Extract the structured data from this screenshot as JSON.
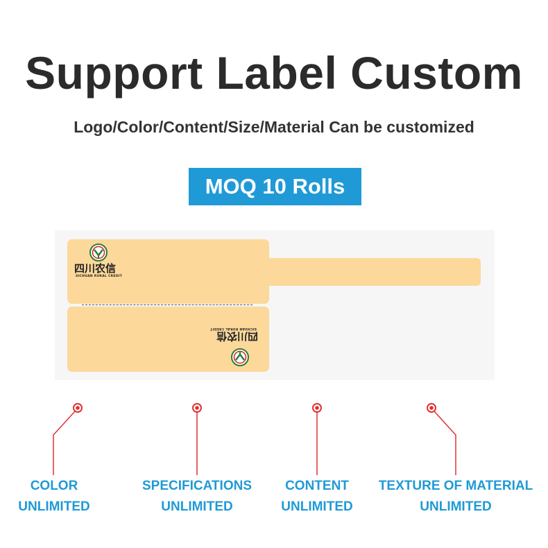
{
  "header": {
    "title": "Support Label Custom",
    "subtitle": "Logo/Color/Content/Size/Material Can be customized"
  },
  "moq_badge": {
    "label": "MOQ 10 Rolls"
  },
  "label_sample": {
    "brand_cn": "四川农信",
    "brand_en": "SICHUAN RURAL CREDIT",
    "label_color": "#fcd89a",
    "logo_color": "#2e7d32"
  },
  "features": [
    {
      "line1": "COLOR",
      "line2": "UNLIMITED"
    },
    {
      "line1": "SPECIFICATIONS",
      "line2": "UNLIMITED"
    },
    {
      "line1": "CONTENT",
      "line2": "UNLIMITED"
    },
    {
      "line1": "TEXTURE OF MATERIAL",
      "line2": "UNLIMITED"
    }
  ],
  "colors": {
    "accent": "#1f9ad6",
    "marker": "#e03030",
    "title": "#2b2b2b"
  }
}
